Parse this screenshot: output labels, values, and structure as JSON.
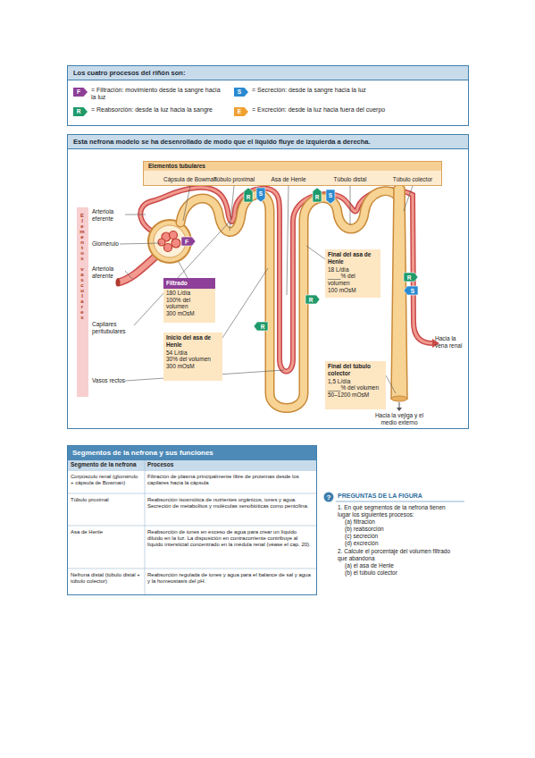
{
  "diagram": {
    "nodes": [
      {
        "text": [
          "Los cuatro procesos del riñón son:"
        ]
      },
      {
        "text": [
          "Esta nefrona modelo se ha desenrollado de modo que el líquido fluye de izquierda a derecha."
        ]
      },
      {
        "text": [
          "Elementos tubulares"
        ],
        "in": 1
      },
      {
        "text": [
          "Elementos vasculares"
        ],
        "in": 1
      },
      {
        "text": [
          "Filtrado",
          "180 L/día",
          "100% del volumen",
          "300 mOsM"
        ],
        "in": 1
      },
      {
        "text": [
          "Inicio del asa de Henle",
          "54 L/día",
          "30% del volumen",
          "300 mOsM"
        ],
        "in": 1
      },
      {
        "text": [
          "Final del asa de Henle",
          "18 L/día",
          "____% del volumen",
          "100 mOsM"
        ],
        "in": 1
      },
      {
        "text": [
          "Final del túbulo colector",
          "1,5 L/día",
          "____% del volumen",
          "50–1200 mOsM"
        ],
        "in": 1
      },
      {
        "text": [
          "Segmentos de la nefrona y sus funciones"
        ]
      }
    ],
    "labels": [
      "F",
      "S",
      "R",
      "E",
      "Cápsula de Bowman",
      "Túbulo proximal",
      "Asa de Henle",
      "Túbulo distal",
      "Túbulo colector",
      "Arteriola eferente",
      "Glomérulo",
      "Arteriola aferente",
      "Capilares peritubulares",
      "Vasos rectos",
      "Hacia la vena renal",
      "Hacia la vejiga y el medio externo",
      "F",
      "R",
      "S",
      "R",
      "S",
      "R",
      "R",
      "R",
      "S",
      "Segmento de la nefrona",
      "Procesos",
      "Corpúsculo renal (glomérulo + cápsula de Bowman)",
      "Filtración de plasma principalmente libre de proteínas desde los capilares hacia la cápsula",
      "Túbulo proximal",
      "Reabsorción isosmótica de nutrientes orgánicos, iones y agua. Secreción de metabolitos y moléculas xenobióticas como penicilina.",
      "Asa de Henle",
      "Reabsorción de iones en exceso de agua para crear un líquido diluido en la luz. La disposición en contracorriente contribuye al líquido intersticial concentrado en la médula renal (véase el cap. 20).",
      "Nefrona distal (túbulo distal + túbulo colector)",
      "Reabsorción regulada de iones y agua para el balance de sal y agua y la homeostasis del pH.",
      "?",
      "PREGUNTAS DE LA FIGURA",
      "1. En qué segmentos de la nefrona tienen lugar los siguientes procesos:",
      "(a) filtración",
      "(b) reabsorción",
      "(c) secreción",
      "(d) excreción",
      "2. Calcule el porcentaje del volumen filtrado que abandona",
      "(a) el asa de Henle",
      "(b) el túbulo colector"
    ],
    "legend": [
      {
        "text": "= Filtración: movimiento desde la sangre hacia la luz",
        "color": "#8e3f97"
      },
      {
        "text": "= Secreción: desde la sangre hacia la luz",
        "color": "#2a8ad0"
      },
      {
        "text": "= Reabsorción: desde la luz hacia la sangre",
        "color": "#1f9a6a"
      },
      {
        "text": "= Excreción: desde la luz hacia fuera del cuerpo",
        "color": "#f0a030"
      }
    ]
  }
}
